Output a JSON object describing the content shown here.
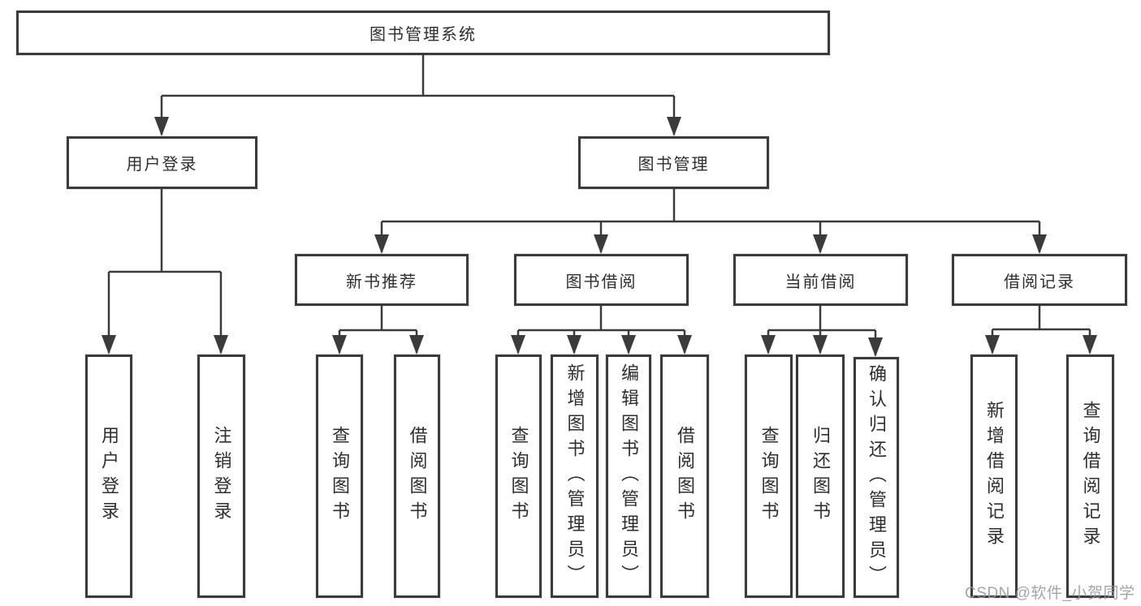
{
  "tree": {
    "root": "图书管理系统",
    "branches": [
      {
        "label": "用户登录",
        "children": [
          "用户登录",
          "注销登录"
        ]
      },
      {
        "label": "图书管理",
        "sections": [
          {
            "label": "新书推荐",
            "children": [
              "查询图书",
              "借阅图书"
            ]
          },
          {
            "label": "图书借阅",
            "children": [
              "查询图书",
              "新增图书（管理员）",
              "编辑图书（管理员）",
              "借阅图书"
            ]
          },
          {
            "label": "当前借阅",
            "children": [
              "查询图书",
              "归还图书",
              "确认归还（管理员）"
            ]
          },
          {
            "label": "借阅记录",
            "children": [
              "新增借阅记录",
              "查询借阅记录"
            ]
          }
        ]
      }
    ]
  },
  "watermark": "CSDN @软件_小贺同学",
  "colors": {
    "line": "#3b3b3b",
    "box_border": "#3b3b3b",
    "text": "#2e2e2e",
    "watermark": "#96989c",
    "background": "#ffffff"
  }
}
